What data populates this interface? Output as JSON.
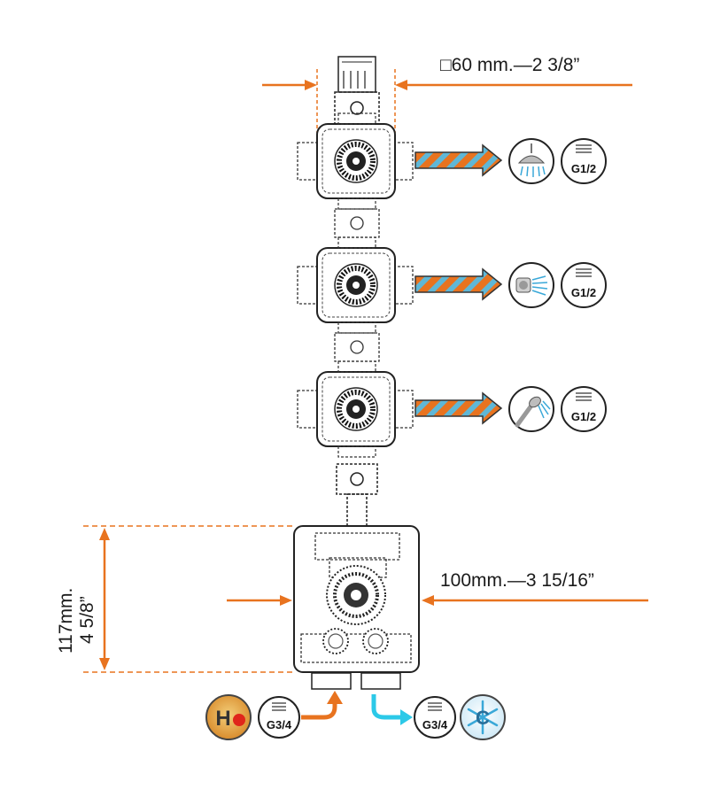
{
  "dimensions": {
    "top_width": "□60 mm.—2 3/8”",
    "body_width": "100mm.—3 15/16”",
    "body_height_mm": "117mm.",
    "body_height_in": "4 5/8”"
  },
  "outlets": [
    {
      "icon": "overhead-shower-icon",
      "thread": "G1/2"
    },
    {
      "icon": "body-jet-icon",
      "thread": "G1/2"
    },
    {
      "icon": "hand-shower-icon",
      "thread": "G1/2"
    }
  ],
  "inlets": {
    "hot": {
      "letter": "H",
      "thread": "G3/4",
      "color": "#e8731f"
    },
    "cold": {
      "letter": "C",
      "thread": "G3/4",
      "color": "#2cc9e8"
    }
  },
  "colors": {
    "arrow_orange": "#e8731f",
    "flow_blue": "#5fb7d6",
    "cold_cyan": "#2cc9e8",
    "hot_red": "#e0261b"
  }
}
